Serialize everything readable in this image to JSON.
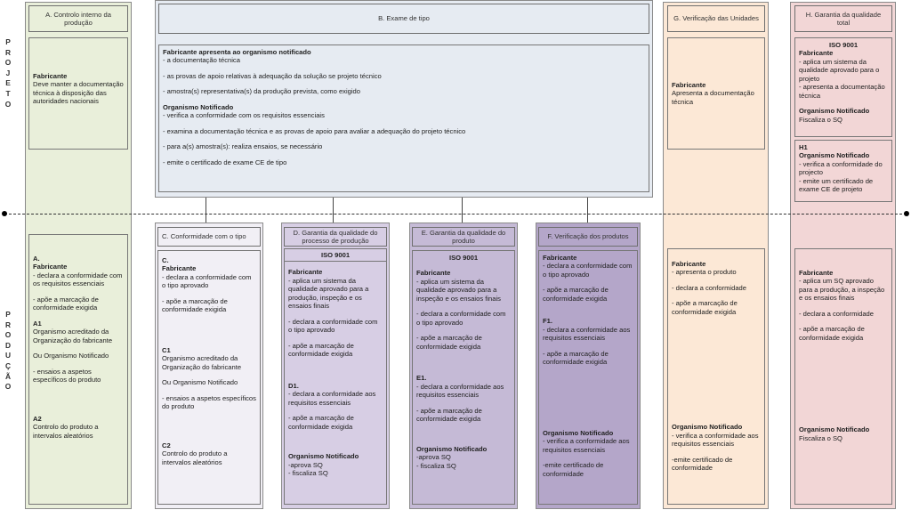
{
  "side_labels": {
    "projeto": [
      "P",
      "R",
      "O",
      "J",
      "E",
      "T",
      "O"
    ],
    "producao": [
      "P",
      "R",
      "O",
      "D",
      "U",
      "Ç",
      "Ã",
      "O"
    ]
  },
  "colors": {
    "green": "#e9efda",
    "blue_light": "#e6ebf2",
    "lavender_1": "#f1eff5",
    "lavender_2": "#d7cee4",
    "lavender_3": "#c5bad6",
    "lavender_4": "#b4a6c9",
    "peach": "#fce8d6",
    "pink": "#f2d6d6"
  },
  "col_a": {
    "header": "A. Controlo interno da produção",
    "projeto": {
      "title": "Fabricante",
      "lines": [
        "Deve manter a documentação técnica à disposição das autoridades nacionais"
      ]
    },
    "producao": {
      "a_title": "A.",
      "a_fab": "Fabricante",
      "a_l1": "- declara a conformidade com os requisitos essenciais",
      "a_l2": "- apõe a marcação de conformidade exigida",
      "a1_title": "A1",
      "a1_l1": "Organismo acreditado da Organização do fabricante",
      "a1_l2": "Ou Organismo Notificado",
      "a1_l3": "- ensaios a aspetos específicos do produto",
      "a2_title": "A2",
      "a2_l1": "Controlo do produto a intervalos aleatórios"
    }
  },
  "col_b": {
    "header": "B. Exame de tipo",
    "fab_title": "Fabricante apresenta ao organismo notificado",
    "fab_l1": "- a documentação técnica",
    "fab_l2": "- as provas de apoio relativas à adequação da solução se projeto técnico",
    "fab_l3": "- amostra(s) representativa(s) da produção prevista, como exigido",
    "org_title": "Organismo Notificado",
    "org_l1": "- verifica a conformidade com os requisitos essenciais",
    "org_l2": "-  examina a documentação técnica e as provas de apoio para avaliar a adequação do projeto técnico",
    "org_l3": "- para a(s) amostra(s): realiza ensaios, se necessário",
    "org_l4": "- emite o certificado de exame CE de tipo"
  },
  "col_c": {
    "header": "C. Conformidade com o tipo",
    "c_title": "C.",
    "c_fab": "Fabricante",
    "c_l1": "- declara a conformidade com o tipo aprovado",
    "c_l2": "- apõe a marcação de conformidade exigida",
    "c1_title": "C1",
    "c1_l1": "Organismo acreditado da Organização do fabricante",
    "c1_l2": "Ou Organismo Notificado",
    "c1_l3": "- ensaios a aspetos específicos do produto",
    "c2_title": "C2",
    "c2_l1": "Controlo do produto a intervalos aleatórios"
  },
  "col_d": {
    "header": "D. Garantia da qualidade do processo de produção",
    "iso": "ISO 9001",
    "fab": "Fabricante",
    "l1": "-  aplica um sistema da qualidade aprovado para a produção, inspeção e os ensaios finais",
    "l2": "- declara a conformidade com o tipo aprovado",
    "l3": "- apõe a marcação de conformidade exigida",
    "d1_title": "D1.",
    "d1_l1": "- declara a conformidade aos requisitos essenciais",
    "d1_l2": "- apõe a marcação de conformidade exigida",
    "org": "Organismo Notificado",
    "org_l1": "-aprova SQ",
    "org_l2": "- fiscaliza SQ"
  },
  "col_e": {
    "header": "E. Garantia da qualidade do produto",
    "iso": "ISO 9001",
    "fab": "Fabricante",
    "l1": "-  aplica um sistema da qualidade aprovado para a inspeção e os ensaios finais",
    "l2": "- declara a conformidade com o tipo aprovado",
    "l3": "- apõe a marcação de conformidade exigida",
    "e1_title": "E1.",
    "e1_l1": "- declara a conformidade aos requisitos essenciais",
    "e1_l2": "- apõe a marcação de conformidade exigida",
    "org": "Organismo Notificado",
    "org_l1": "-aprova SQ",
    "org_l2": "- fiscaliza SQ"
  },
  "col_f": {
    "header": "F. Verificação dos produtos",
    "fab": "Fabricante",
    "l1": "- declara a conformidade com o tipo aprovado",
    "l2": "- apõe a marcação de conformidade exigida",
    "f1_title": "F1.",
    "f1_l1": "- declara a conformidade aos requisitos essenciais",
    "f1_l2": "- apõe a marcação de conformidade exigida",
    "org": "Organismo Notificado",
    "org_l1": "- verifica a conformidade aos requisitos essenciais",
    "org_l2": "-emite certificado de conformidade"
  },
  "col_g": {
    "header": "G. Verificação das Unidades",
    "projeto": {
      "title": "Fabricante",
      "l1": "Apresenta a documentação técnica"
    },
    "producao": {
      "fab": "Fabricante",
      "l1": "- apresenta o produto",
      "l2": "- declara a conformidade",
      "l3": "- apõe a marcação de conformidade exigida",
      "org": "Organismo Notificado",
      "org_l1": "- verifica a conformidade aos requisitos essenciais",
      "org_l2": "-emite certificado de conformidade"
    }
  },
  "col_h": {
    "header": "H. Garantia da qualidade total",
    "iso": "ISO 9001",
    "projeto": {
      "fab": "Fabricante",
      "l1": "- aplica um sistema da qualidade aprovado para o projeto",
      "l2": "- apresenta a documentação técnica",
      "org": "Organismo Notificado",
      "org_l1": "Fiscaliza o SQ"
    },
    "h1": {
      "title": "H1",
      "org": "Organismo Notificado",
      "l1": "- verifica a conformidade do projecto",
      "l2": "- emite um certificado de exame CE de projeto"
    },
    "producao": {
      "fab": "Fabricante",
      "l1": "- aplica um SQ aprovado para a produção, a inspeção e os ensaios finais",
      "l2": "- declara a conformidade",
      "l3": "- apõe a marcação de conformidade exigida",
      "org": "Organismo Notificado",
      "org_l1": "Fiscaliza o SQ"
    }
  }
}
